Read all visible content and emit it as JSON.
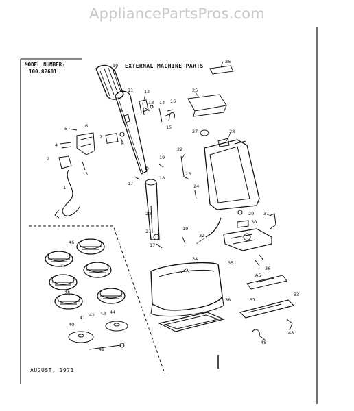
{
  "watermark": "AppliancePartsPros.com",
  "model_label": "MODEL NUMBER:",
  "model_number": "100.82601",
  "title": "EXTERNAL MACHINE PARTS",
  "date": "AUGUST, 1971",
  "section_label": "A5",
  "callouts": [
    "1",
    "2",
    "3",
    "4",
    "5",
    "6",
    "7",
    "8",
    "9",
    "10",
    "11",
    "12",
    "13",
    "14",
    "15",
    "16",
    "17",
    "18",
    "19",
    "20",
    "21",
    "22",
    "23",
    "24",
    "25",
    "26",
    "27",
    "28",
    "29",
    "30",
    "31",
    "32",
    "33",
    "34",
    "35",
    "36",
    "37",
    "38",
    "40",
    "41",
    "42",
    "43",
    "44",
    "45",
    "46",
    "47",
    "48",
    "48",
    "49",
    "19",
    "17"
  ]
}
